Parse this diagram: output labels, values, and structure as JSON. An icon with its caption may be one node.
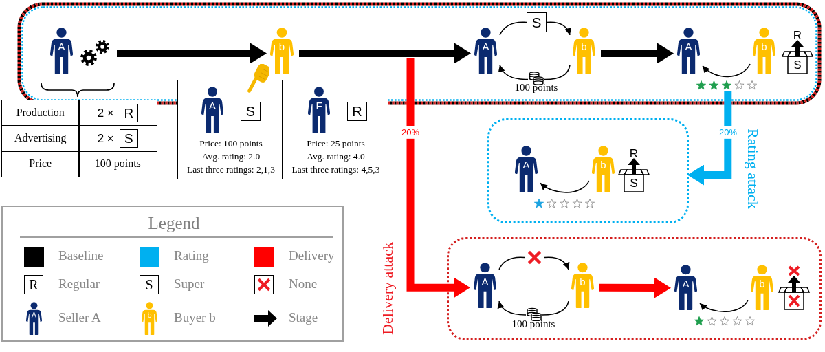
{
  "diagram": {
    "nodes": [
      {
        "text": [],
        "shape": "box"
      },
      {
        "text": [
          "A"
        ],
        "in": 0
      },
      {
        "text": [
          "b"
        ],
        "in": 0
      },
      {
        "text": [
          "A"
        ],
        "in": 0
      },
      {
        "text": [
          "S"
        ],
        "in": 0
      },
      {
        "text": [
          "b"
        ],
        "in": 0
      },
      {
        "text": [],
        "shape": "picture",
        "beside": [
          "100 points"
        ],
        "in": 0
      },
      {
        "text": [
          "A"
        ],
        "in": 0
      },
      {
        "text": [
          "b"
        ],
        "in": 0
      },
      {
        "text": [
          "R",
          "S"
        ],
        "in": 0
      },
      {
        "text": [],
        "shape": "picture",
        "in": 0
      },
      {
        "text": [
          "Price: 100 points",
          "Avg. rating: 2.0",
          "Last three ratings: 2,1,3"
        ]
      },
      {
        "text": [
          "A"
        ],
        "in": 11
      },
      {
        "text": [
          "S"
        ],
        "in": 11
      },
      {
        "text": [
          "Price: 25 points",
          "Avg. rating: 4.0",
          "Last three ratings: 4,5,3"
        ]
      },
      {
        "text": [
          "F"
        ],
        "in": 14
      },
      {
        "text": [
          "R"
        ],
        "in": 14
      },
      {
        "text": [],
        "shape": "box"
      },
      {
        "text": [
          "A"
        ],
        "in": 17
      },
      {
        "text": [
          "b"
        ],
        "in": 17
      },
      {
        "text": [
          "R",
          "S"
        ],
        "in": 17
      },
      {
        "text": [],
        "shape": "box"
      },
      {
        "text": [
          "A"
        ],
        "in": 21
      },
      {
        "text": [],
        "shape": "box",
        "in": 21
      },
      {
        "text": [
          "b"
        ],
        "in": 21
      },
      {
        "text": [],
        "shape": "picture",
        "beside": [
          "100 points"
        ],
        "in": 21
      },
      {
        "text": [
          "A"
        ],
        "in": 21
      },
      {
        "text": [
          "b"
        ],
        "in": 21
      },
      {
        "text": [],
        "shape": "picture",
        "in": 21
      },
      {
        "text": [
          "R"
        ]
      },
      {
        "text": [
          "S"
        ]
      },
      {
        "text": [
          "A"
        ]
      },
      {
        "text": [
          "b"
        ]
      }
    ],
    "edges": [
      {
        "from": 1,
        "to": 2,
        "arrow": "to",
        "style": "thick"
      },
      {
        "from": 2,
        "to": 3,
        "arrow": "to",
        "style": "thick"
      },
      {
        "from": 3,
        "to": 4,
        "arrow": "none"
      },
      {
        "from": 4,
        "to": 5,
        "arrow": "to"
      },
      {
        "from": 5,
        "to": 6,
        "arrow": "none"
      },
      {
        "from": 6,
        "to": 3,
        "arrow": "to"
      },
      {
        "from": 5,
        "to": 7,
        "arrow": "to",
        "style": "thick"
      },
      {
        "from": 8,
        "to": 7,
        "arrow": "to"
      },
      {
        "from": null,
        "to": 22,
        "arrow": "to",
        "style": "thick",
        "color": "#ff0000",
        "label": "20%"
      },
      {
        "from": 10,
        "to": 17,
        "arrow": "to",
        "style": "thick",
        "color": "#00b0f0",
        "label": "20%"
      },
      {
        "from": 19,
        "to": 18,
        "arrow": "to"
      },
      {
        "from": 22,
        "to": 23,
        "arrow": "none"
      },
      {
        "from": 23,
        "to": 24,
        "arrow": "to"
      },
      {
        "from": 24,
        "to": 25,
        "arrow": "none"
      },
      {
        "from": 25,
        "to": 22,
        "arrow": "to"
      },
      {
        "from": 24,
        "to": 26,
        "arrow": "to",
        "style": "thick",
        "color": "#ff0000"
      },
      {
        "from": 27,
        "to": 26,
        "arrow": "to"
      }
    ],
    "labels": [
      "Production",
      "2 ×",
      "R",
      "Advertising",
      "2 ×",
      "S",
      "Price",
      "100 points",
      "Rating attack",
      "Delivery attack",
      "Legend"
    ],
    "legend": [
      {
        "text": "Baseline",
        "color": "#000000"
      },
      {
        "text": "Rating",
        "color": "#00b0f0"
      },
      {
        "text": "Delivery",
        "color": "#ff0000"
      },
      {
        "text": "Regular"
      },
      {
        "text": "Super"
      },
      {
        "text": "None"
      },
      {
        "text": "Seller A"
      },
      {
        "text": "Buyer b"
      },
      {
        "text": "Stage"
      }
    ]
  }
}
